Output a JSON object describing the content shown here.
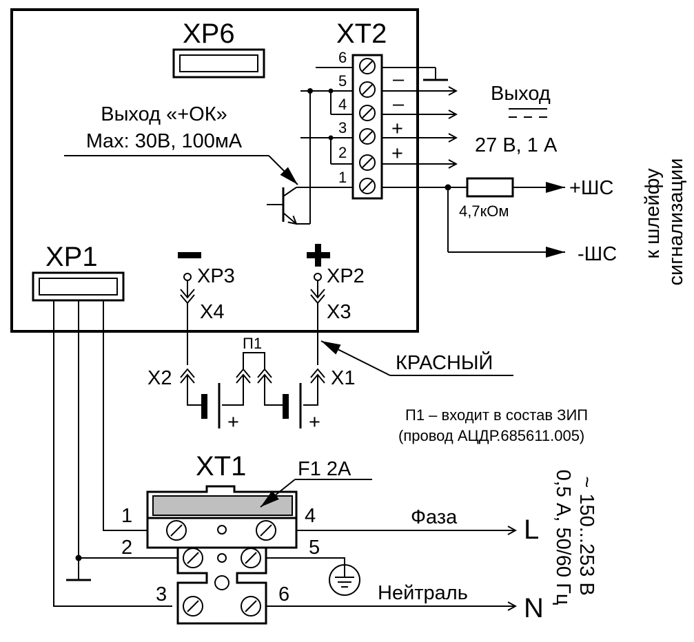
{
  "connectors": {
    "xp6": "XP6",
    "xt2": "XT2",
    "xp1": "XP1",
    "xt1": "XT1",
    "xp3": "XP3",
    "xp2": "XP2",
    "x4": "X4",
    "x3": "X3",
    "x2": "X2",
    "x1": "X1"
  },
  "output_ok": {
    "line1": "Выход «+ОК»",
    "line2": "Max: 30В, 100мА"
  },
  "xt2_pins": [
    "6",
    "5",
    "4",
    "3",
    "2",
    "1"
  ],
  "polarity": {
    "p5": "–",
    "p4": "–",
    "p3": "+",
    "p2": "+",
    "minus": "–",
    "plus": "+"
  },
  "output": {
    "label": "Выход",
    "spec": "27 В, 1 А"
  },
  "loop": {
    "plus": "+ШС",
    "minus": "-ШС",
    "resistor": "4,7кОм",
    "side_line1": "к шлейфу",
    "side_line2": "сигнализации"
  },
  "jumper": "П1",
  "wire_red": "КРАСНЫЙ",
  "zip_note": {
    "line1": "П1 – входит в состав ЗИП",
    "line2": "(провод  АЦДР.685611.005)"
  },
  "battery": {
    "plus_left": "+",
    "plus_right": "+"
  },
  "fuse": "F1  2A",
  "xt1_pins": [
    "1",
    "2",
    "3",
    "4",
    "5",
    "6"
  ],
  "mains": {
    "phase": "Фаза",
    "neutral": "Нейтраль",
    "L": "L",
    "N": "N",
    "spec_line1": "~ 150...253 В",
    "spec_line2": "0,5 А, 50/60 Гц"
  }
}
